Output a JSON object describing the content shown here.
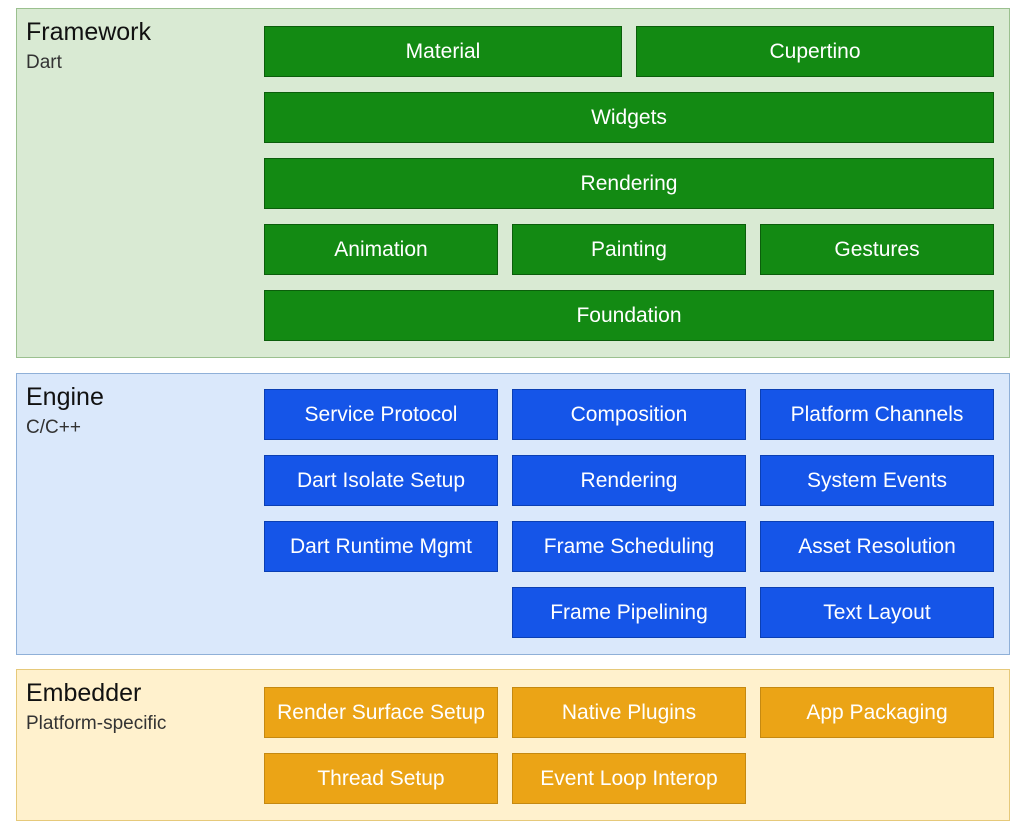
{
  "framework": {
    "title": "Framework",
    "subtitle": "Dart",
    "blocks": [
      "Material",
      "Cupertino",
      "Widgets",
      "Rendering",
      "Animation",
      "Painting",
      "Gestures",
      "Foundation"
    ]
  },
  "engine": {
    "title": "Engine",
    "subtitle": "C/C++",
    "blocks": [
      "Service Protocol",
      "Composition",
      "Platform Channels",
      "Dart Isolate Setup",
      "Rendering",
      "System Events",
      "Dart Runtime Mgmt",
      "Frame Scheduling",
      "Asset Resolution",
      "Frame Pipelining",
      "Text Layout"
    ]
  },
  "embedder": {
    "title": "Embedder",
    "subtitle": "Platform-specific",
    "blocks": [
      "Render Surface Setup",
      "Native Plugins",
      "App Packaging",
      "Thread Setup",
      "Event Loop Interop"
    ]
  },
  "colors": {
    "framework_block": "#138a13",
    "framework_bg": "#d9ead3",
    "engine_block": "#1555e8",
    "engine_bg": "#dae8fb",
    "embedder_block": "#eba416",
    "embedder_bg": "#fff1cd"
  }
}
